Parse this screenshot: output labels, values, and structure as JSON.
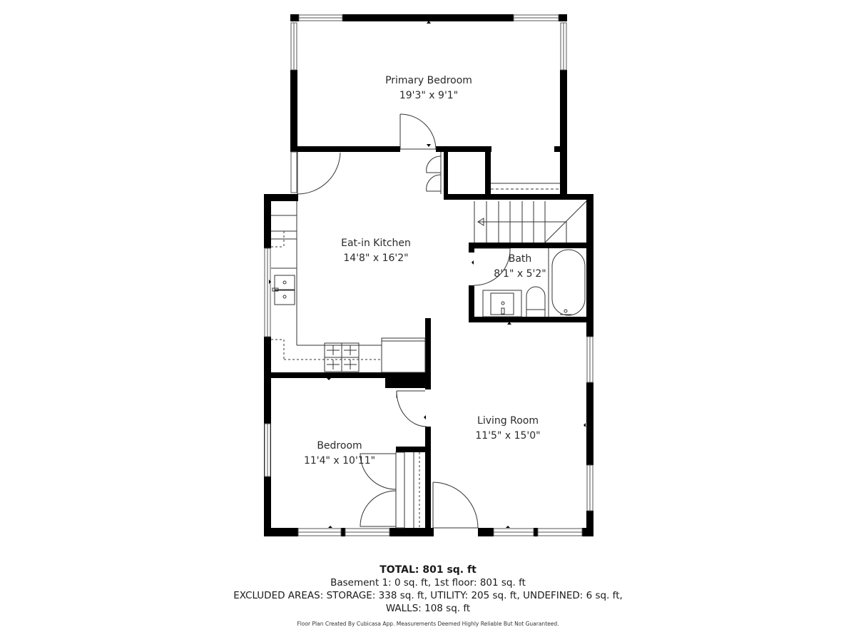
{
  "rooms": {
    "primary_bedroom": {
      "name": "Primary Bedroom",
      "dimensions": "19'3\" x 9'1\""
    },
    "kitchen": {
      "name": "Eat-in Kitchen",
      "dimensions": "14'8\" x 16'2\""
    },
    "bath": {
      "name": "Bath",
      "dimensions": "8'1\" x 5'2\""
    },
    "living_room": {
      "name": "Living Room",
      "dimensions": "11'5\" x 15'0\""
    },
    "bedroom": {
      "name": "Bedroom",
      "dimensions": "11'4\" x 10'11\""
    }
  },
  "summary": {
    "total": "TOTAL: 801 sq. ft",
    "floors": "Basement 1: 0 sq. ft, 1st floor: 801 sq. ft",
    "excluded": "EXCLUDED AREAS: STORAGE: 338 sq. ft, UTILITY: 205 sq. ft, UNDEFINED: 6 sq. ft,",
    "walls": "WALLS: 108 sq. ft"
  },
  "credit": "Floor Plan Created By Cubicasa App. Measurements Deemed Highly Reliable But Not Guaranteed.",
  "colors": {
    "wall": "#000000",
    "line": "#333333",
    "background": "#ffffff"
  }
}
